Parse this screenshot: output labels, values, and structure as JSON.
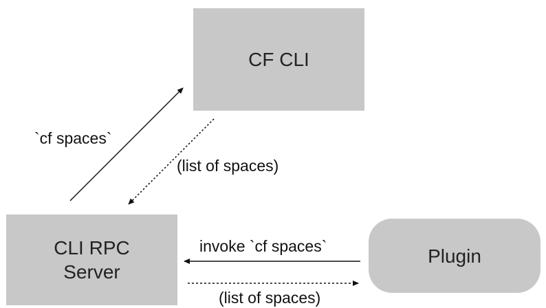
{
  "nodes": {
    "cf_cli": "CF CLI",
    "rpc_server_line1": "CLI RPC",
    "rpc_server_line2": "Server",
    "plugin": "Plugin"
  },
  "edges": {
    "cf_spaces": "`cf spaces`",
    "list_of_spaces_top": "(list of spaces)",
    "invoke_cf_spaces": "invoke `cf spaces`",
    "list_of_spaces_bottom": "(list of spaces)"
  },
  "colors": {
    "node_fill": "#c8c8c8",
    "line": "#111111"
  }
}
